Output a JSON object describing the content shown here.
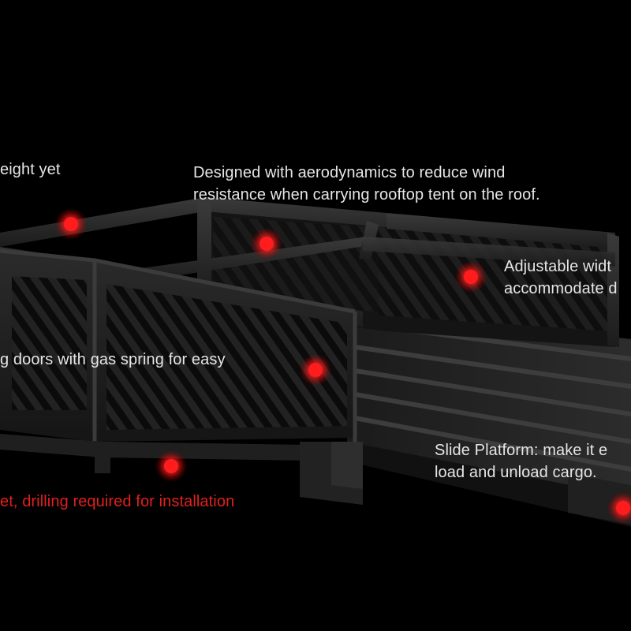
{
  "annotations": [
    {
      "id": "lightweight",
      "lines": [
        "eight yet"
      ]
    },
    {
      "id": "aerodynamics",
      "lines": [
        "Designed with aerodynamics to reduce wind",
        "resistance when carrying rooftop tent on the roof."
      ]
    },
    {
      "id": "adjustable",
      "lines": [
        "Adjustable widt",
        "accommodate d"
      ]
    },
    {
      "id": "doors",
      "lines": [
        "g doors with gas spring for easy"
      ]
    },
    {
      "id": "slide",
      "lines": [
        "Slide Platform: make it e",
        "load and unload cargo."
      ]
    },
    {
      "id": "installation",
      "lines": [
        "et, drilling required for installation"
      ]
    }
  ],
  "colors": {
    "background": "#000000",
    "text": "#e6e6e6",
    "alert_text": "#e0201e",
    "hotspot": "#ff1c1c",
    "frame_dark": "#1a1a1a",
    "frame_mid": "#2a2a2a",
    "frame_light": "#3a3a3a"
  },
  "icons": {
    "hotspot": "red-dot-hotspot-icon"
  }
}
